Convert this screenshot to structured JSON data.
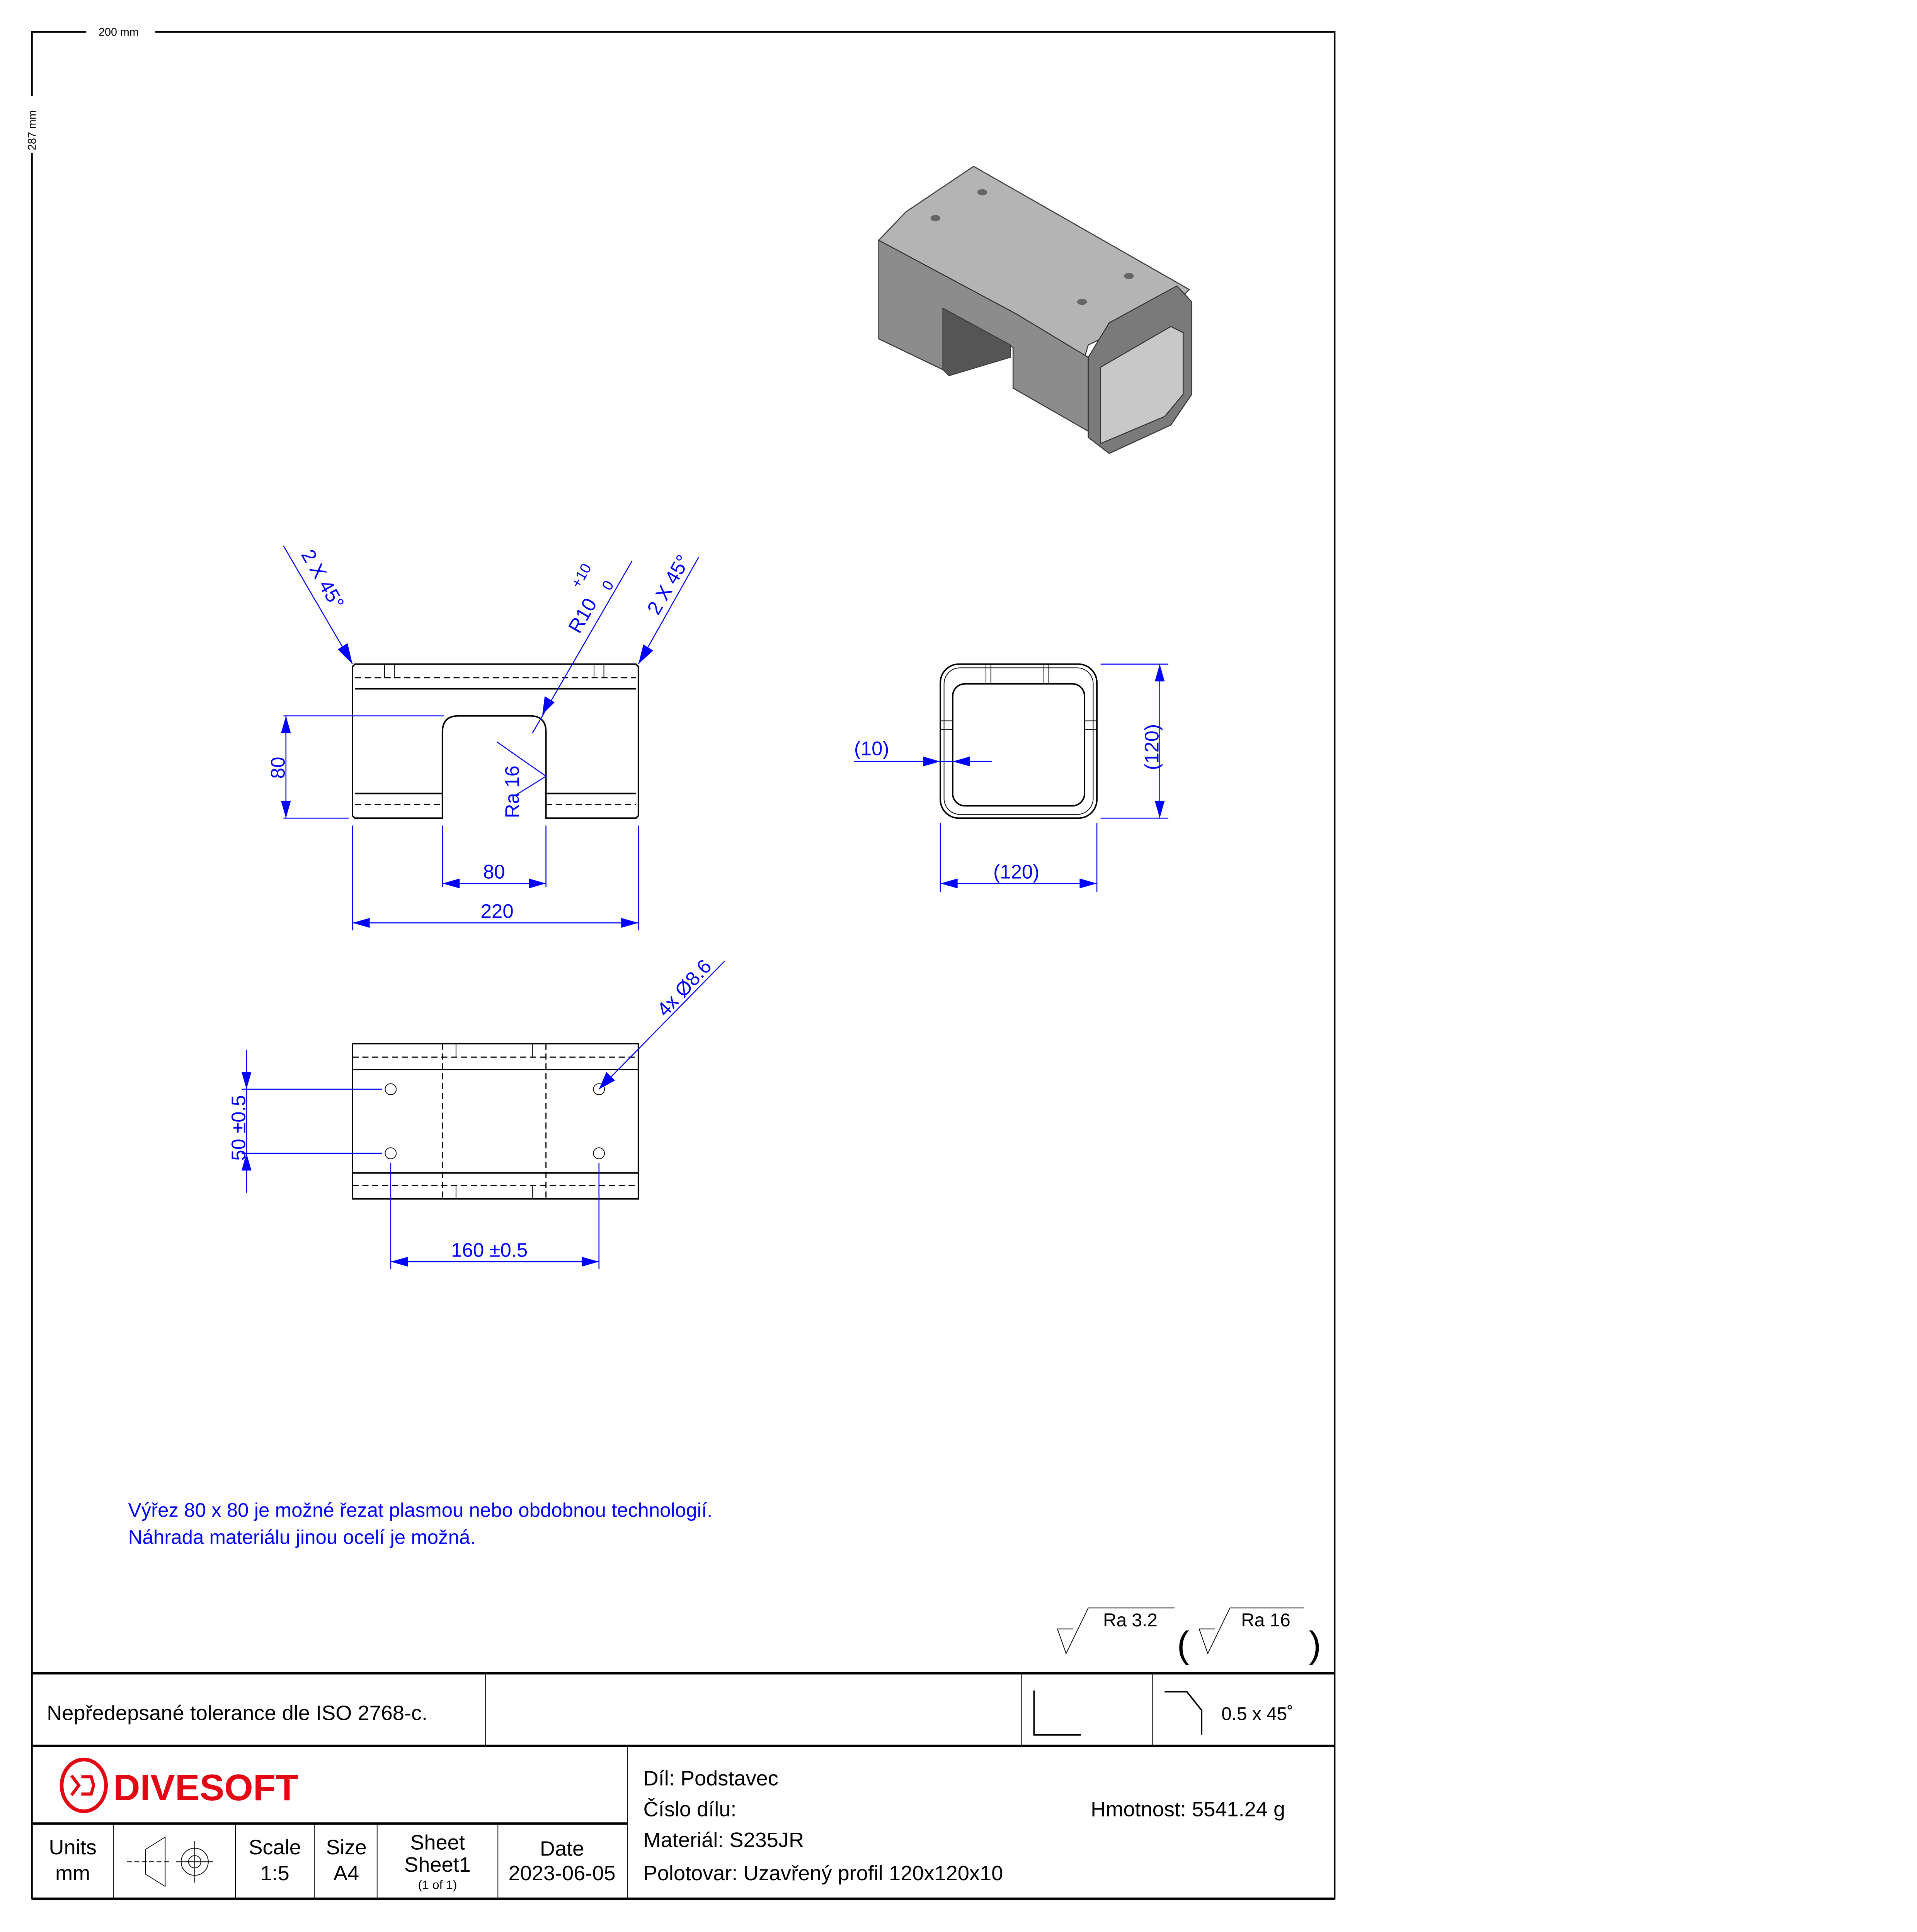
{
  "frame": {
    "width_label": "200 mm",
    "height_label": "287 mm"
  },
  "front_view": {
    "chamfer_left": "2 X 45°",
    "chamfer_right": "2 X 45°",
    "radius": "R10",
    "radius_tol_upper": "+10",
    "radius_tol_lower": "0",
    "roughness": "Ra 16",
    "cutout_height": "80",
    "cutout_width": "80",
    "overall_length": "220"
  },
  "side_view": {
    "wall": "(10)",
    "height": "(120)",
    "width": "(120)"
  },
  "bottom_view": {
    "holes": "4x Ø8.6",
    "hole_spacing_y": "50 ±0.5",
    "hole_spacing_x": "160 ±0.5"
  },
  "notes": [
    "Výřez  80 x 80 je možné řezat plasmou nebo obdobnou technologií.",
    "Náhrada materiálu jinou ocelí je možná."
  ],
  "surface_finish": {
    "general": "Ra  3.2",
    "specific": "Ra  16"
  },
  "title_block": {
    "tolerance_note": "Nepředepsané tolerance dle ISO 2768-c.",
    "edge_chamfer": "0.5 x 45˚",
    "company": "DIVESOFT",
    "units_label": "Units",
    "units_value": "mm",
    "scale_label": "Scale",
    "scale_value": "1:5",
    "size_label": "Size",
    "size_value": "A4",
    "sheet_label": "Sheet",
    "sheet_value": "Sheet1",
    "sheet_count": "(1 of 1)",
    "date_label": "Date",
    "date_value": "2023-06-05",
    "part": "Díl: Podstavec",
    "part_number": "Číslo dílu:",
    "mass": "Hmotnost: 5541.24 g",
    "material": "Materiál: S235JR",
    "stock": "Polotovar: Uzavřený profil 120x120x10"
  },
  "colors": {
    "dimension": "#0000ff",
    "brand": "#e30613"
  }
}
